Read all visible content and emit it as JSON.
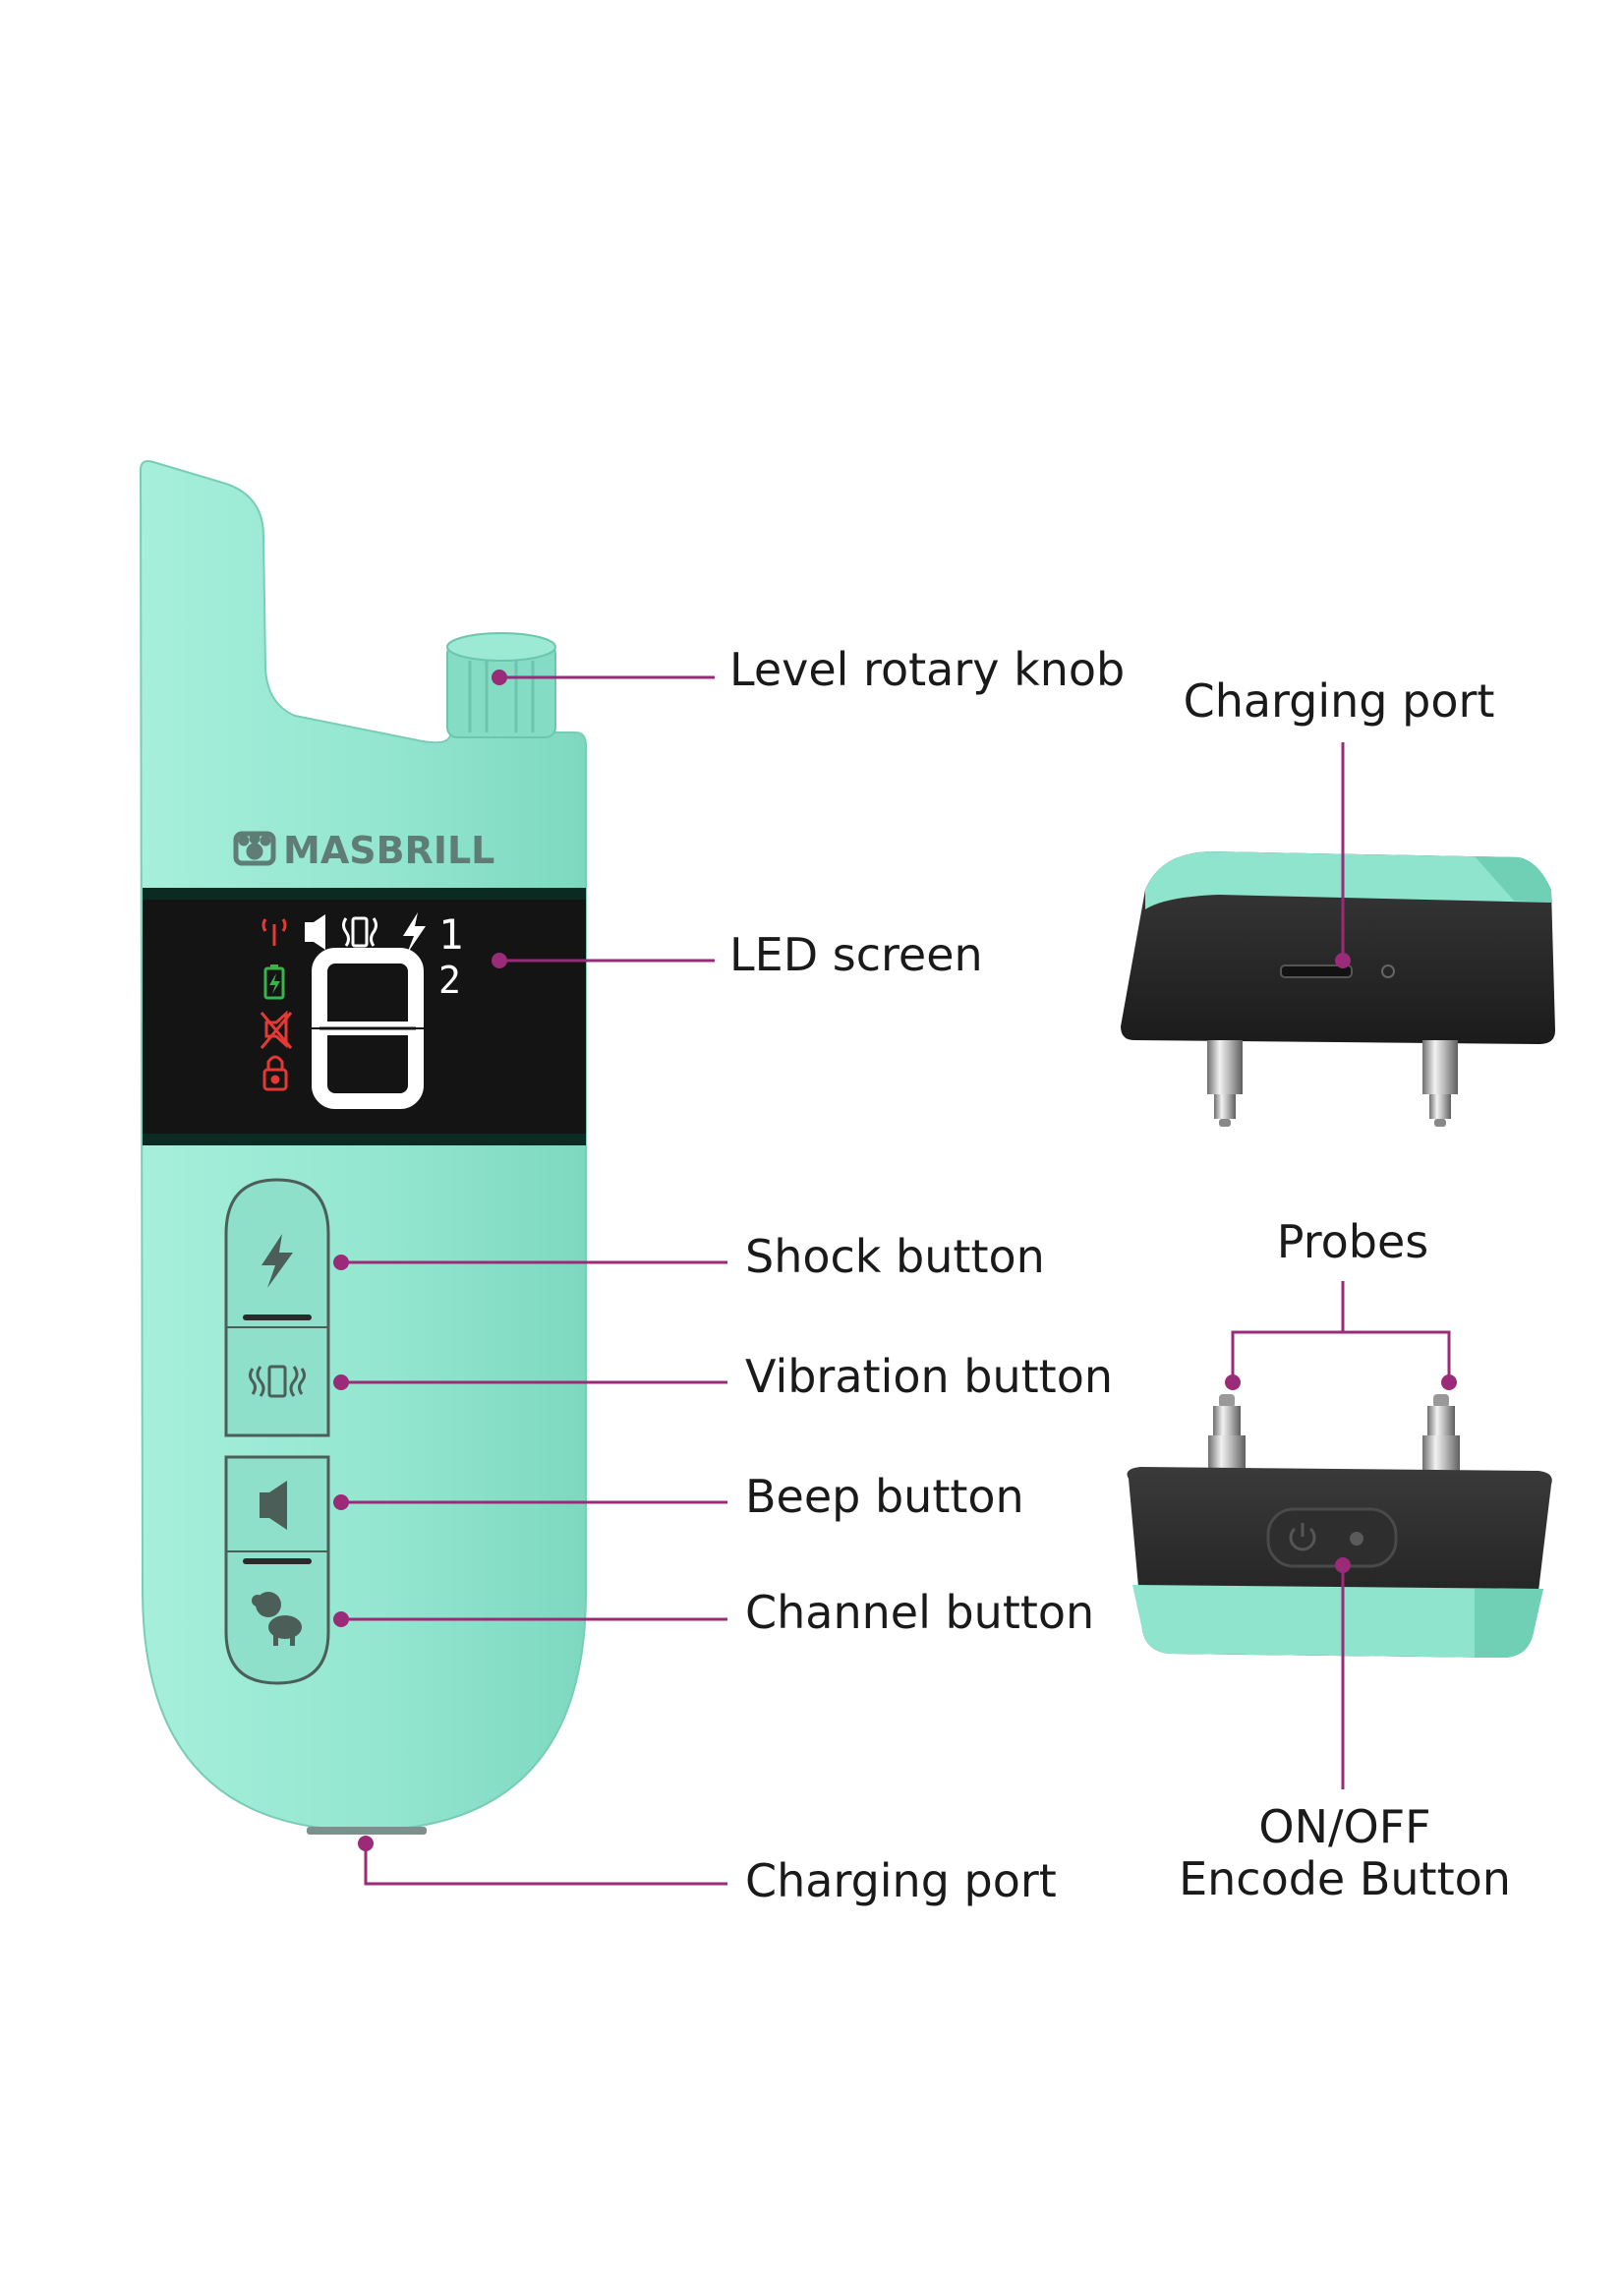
{
  "diagram": {
    "brand": "MASBRILL",
    "screen": {
      "digit": "8",
      "channel_top": "1",
      "channel_bottom": "2"
    },
    "labels": {
      "knob": "Level rotary knob",
      "led": "LED screen",
      "shock": "Shock button",
      "vibration": "Vibration button",
      "beep": "Beep button",
      "channel": "Channel button",
      "remote_charging": "Charging port",
      "collar_charging": "Charging port",
      "probes": "Probes",
      "onoff_line1": "ON/OFF",
      "onoff_line2": "Encode Button"
    },
    "colors": {
      "device": "#8fe4cd",
      "device_dark": "#6fd0b6",
      "screen": "#141414",
      "collar_body": "#262626",
      "callout": "#9b2a78",
      "battery": "#35b54a",
      "warning": "#e53935"
    },
    "icons": [
      "paw-icon",
      "signal-icon",
      "beep-icon",
      "vibration-icon",
      "shock-icon",
      "battery-icon",
      "mute-icon",
      "lock-icon",
      "dog-icon",
      "power-icon"
    ]
  }
}
